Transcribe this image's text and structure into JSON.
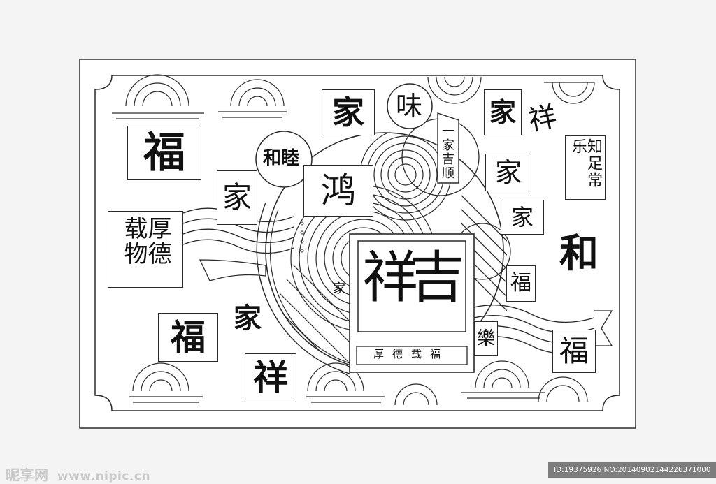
{
  "artwork": {
    "center": {
      "left_char": "祥",
      "right_char": "吉",
      "caption": "厚德载福"
    },
    "tiles": {
      "fu_bold": "福",
      "jia_top": "家",
      "wei_circle": "味",
      "jia_top_right": "家",
      "xiang_free": "祥",
      "zhizu": "知足常乐",
      "hemu": "和睦",
      "hong": "鸿",
      "jia_left": "家",
      "jia_right1": "家",
      "jia_right2": "家",
      "hede": "厚德载物",
      "vertical_phrase": "一家吉顺",
      "he_bold": "和",
      "fu_right": "福",
      "jia_small": "家",
      "le_small": "樂",
      "fu_bottom_right": "福",
      "jia_bottom": "家",
      "fu_bottom_left": "福",
      "xiang_bottom": "祥"
    }
  },
  "watermark": {
    "brand": "昵享网",
    "site": "www.nipic.cn",
    "id_text": "ID:19375926 NO:20140902144226371000"
  },
  "colors": {
    "line": "#2a2a2a",
    "paper": "#ffffff",
    "background": "#f4f4f4"
  }
}
